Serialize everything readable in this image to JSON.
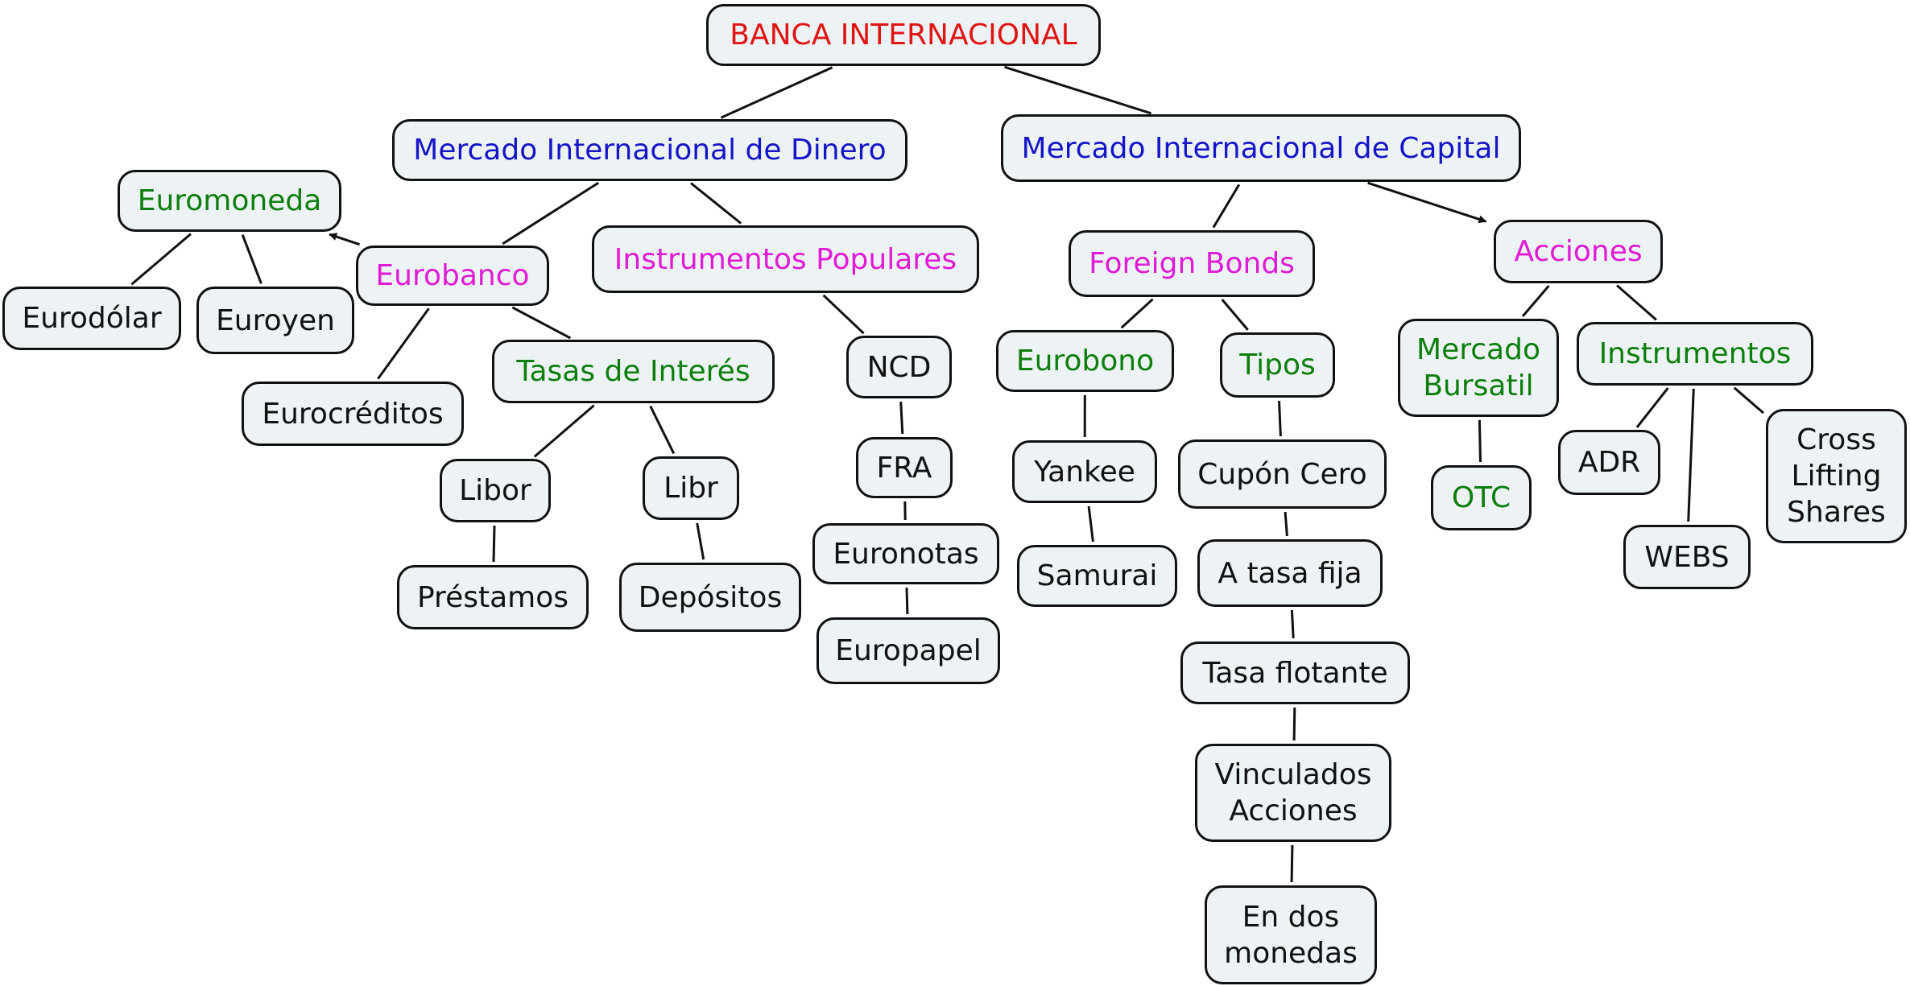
{
  "colors": {
    "node_fill": "#edf3f5",
    "border": "#111111",
    "red": "#e11414",
    "blue": "#1515c8",
    "magenta": "#e01ad6",
    "green": "#0c7e0c",
    "black": "#111111"
  },
  "nodes": {
    "banca": {
      "label": "BANCA INTERNACIONAL",
      "color": "red"
    },
    "mid": {
      "label": "Mercado Internacional de Dinero",
      "color": "blue"
    },
    "mic": {
      "label": "Mercado Internacional de Capital",
      "color": "blue"
    },
    "euromoneda": {
      "label": "Euromoneda",
      "color": "green"
    },
    "eurodolar": {
      "label": "Eurodólar",
      "color": "black"
    },
    "euroyen": {
      "label": "Euroyen",
      "color": "black"
    },
    "eurobanco": {
      "label": "Eurobanco",
      "color": "magenta"
    },
    "eurocreditos": {
      "label": "Eurocréditos",
      "color": "black"
    },
    "tasas": {
      "label": "Tasas de Interés",
      "color": "green"
    },
    "libor": {
      "label": "Libor",
      "color": "black"
    },
    "libr": {
      "label": "Libr",
      "color": "black"
    },
    "prestamos": {
      "label": "Préstamos",
      "color": "black"
    },
    "depositos": {
      "label": "Depósitos",
      "color": "black"
    },
    "instrpop": {
      "label": "Instrumentos Populares",
      "color": "magenta"
    },
    "ncd": {
      "label": "NCD",
      "color": "black"
    },
    "fra": {
      "label": "FRA",
      "color": "black"
    },
    "euronotas": {
      "label": "Euronotas",
      "color": "black"
    },
    "europapel": {
      "label": "Europapel",
      "color": "black"
    },
    "foreign": {
      "label": "Foreign Bonds",
      "color": "magenta"
    },
    "eurobono": {
      "label": "Eurobono",
      "color": "green"
    },
    "tipos": {
      "label": "Tipos",
      "color": "green"
    },
    "yankee": {
      "label": "Yankee",
      "color": "black"
    },
    "samurai": {
      "label": "Samurai",
      "color": "black"
    },
    "cupon": {
      "label": "Cupón Cero",
      "color": "black"
    },
    "tasafija": {
      "label": "A tasa fija",
      "color": "black"
    },
    "tasaflot": {
      "label": "Tasa flotante",
      "color": "black"
    },
    "vinculados": {
      "label": "Vinculados\nAcciones",
      "color": "black"
    },
    "endos": {
      "label": "En dos\nmonedas",
      "color": "black"
    },
    "acciones": {
      "label": "Acciones",
      "color": "magenta"
    },
    "bursatil": {
      "label": "Mercado\nBursatil",
      "color": "green"
    },
    "otc": {
      "label": "OTC",
      "color": "green"
    },
    "instrumentos": {
      "label": "Instrumentos",
      "color": "green"
    },
    "adr": {
      "label": "ADR",
      "color": "black"
    },
    "webs": {
      "label": "WEBS",
      "color": "black"
    },
    "cross": {
      "label": "Cross\nLifting\nShares",
      "color": "black"
    }
  },
  "links": [
    {
      "from": "banca",
      "to": "mid"
    },
    {
      "from": "banca",
      "to": "mic"
    },
    {
      "from": "mid",
      "to": "eurobanco"
    },
    {
      "from": "mid",
      "to": "instrpop"
    },
    {
      "from": "eurobanco",
      "to": "euromoneda",
      "arrow": true
    },
    {
      "from": "euromoneda",
      "to": "eurodolar"
    },
    {
      "from": "euromoneda",
      "to": "euroyen"
    },
    {
      "from": "eurobanco",
      "to": "eurocreditos"
    },
    {
      "from": "eurobanco",
      "to": "tasas"
    },
    {
      "from": "tasas",
      "to": "libor"
    },
    {
      "from": "tasas",
      "to": "libr"
    },
    {
      "from": "libor",
      "to": "prestamos"
    },
    {
      "from": "libr",
      "to": "depositos"
    },
    {
      "from": "instrpop",
      "to": "ncd"
    },
    {
      "from": "ncd",
      "to": "fra"
    },
    {
      "from": "fra",
      "to": "euronotas"
    },
    {
      "from": "euronotas",
      "to": "europapel"
    },
    {
      "from": "mic",
      "to": "foreign"
    },
    {
      "from": "mic",
      "to": "acciones",
      "arrow": true
    },
    {
      "from": "foreign",
      "to": "eurobono"
    },
    {
      "from": "foreign",
      "to": "tipos"
    },
    {
      "from": "eurobono",
      "to": "yankee"
    },
    {
      "from": "yankee",
      "to": "samurai"
    },
    {
      "from": "tipos",
      "to": "cupon"
    },
    {
      "from": "cupon",
      "to": "tasafija"
    },
    {
      "from": "tasafija",
      "to": "tasaflot"
    },
    {
      "from": "tasaflot",
      "to": "vinculados"
    },
    {
      "from": "vinculados",
      "to": "endos"
    },
    {
      "from": "acciones",
      "to": "bursatil"
    },
    {
      "from": "acciones",
      "to": "instrumentos"
    },
    {
      "from": "bursatil",
      "to": "otc"
    },
    {
      "from": "instrumentos",
      "to": "adr"
    },
    {
      "from": "instrumentos",
      "to": "webs"
    },
    {
      "from": "instrumentos",
      "to": "cross"
    }
  ]
}
